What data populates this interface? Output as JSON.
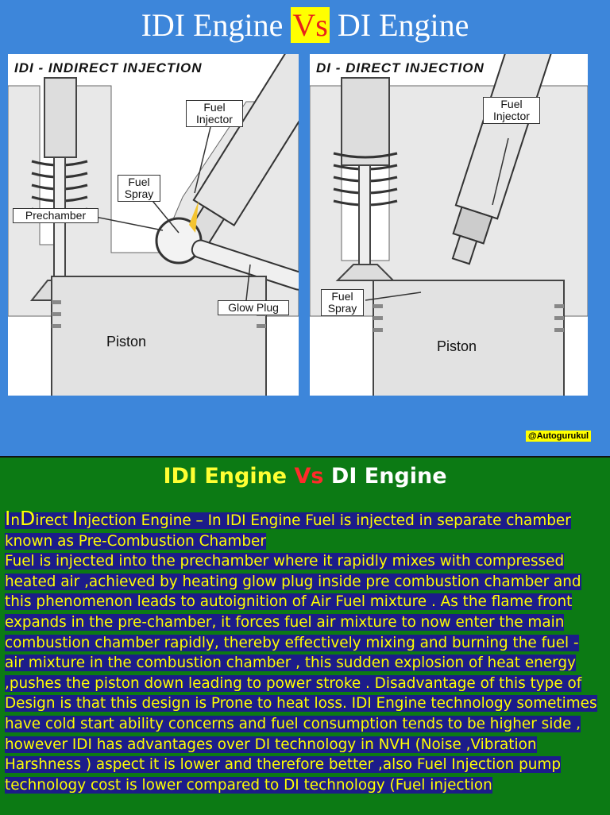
{
  "slide1": {
    "title_before": "IDI Engine ",
    "title_vs": "Vs",
    "title_after": " DI Engine",
    "left_panel": {
      "heading": "IDI - INDIRECT INJECTION",
      "labels": {
        "fuel_injector": "Fuel\nInjector",
        "fuel_spray": "Fuel\nSpray",
        "prechamber": "Prechamber",
        "glow_plug": "Glow Plug",
        "piston": "Piston"
      }
    },
    "right_panel": {
      "heading": "DI - DIRECT INJECTION",
      "labels": {
        "fuel_injector": "Fuel\nInjector",
        "fuel_spray": "Fuel\nSpray",
        "piston": "Piston"
      }
    },
    "credit": "@Autogurukul"
  },
  "slide2": {
    "title_idi": "IDI Engine ",
    "title_vs": "Vs ",
    "title_di": "DI Engine",
    "cap_i1": "I",
    "text_n": "n",
    "cap_d": "D",
    "text_irect": "irect ",
    "cap_i2": "I",
    "text_intro": "njection Engine – In IDI Engine Fuel is injected in separate chamber known as Pre-Combustion Chamber",
    "paragraph": "Fuel is injected into the prechamber where it rapidly mixes with compressed heated air ,achieved by heating glow plug inside pre combustion chamber and this phenomenon leads to autoignition of Air Fuel mixture . As the flame front expands in the pre-chamber, it forces fuel air mixture  to now enter the main combustion chamber rapidly, thereby  effectively mixing and burning  the fuel - air  mixture in the combustion chamber , this sudden explosion of heat energy ,pushes the piston down leading to power stroke .  Disadvantage of this type of Design is that this design is Prone to heat loss. IDI Engine technology sometimes have cold start ability concerns and fuel consumption tends to be higher side , however IDI  has advantages over  DI  technology in  NVH  (Noise ,Vibration Harshness ) aspect it is lower and therefore better  ,also Fuel Injection pump technology cost is lower compared to DI technology (Fuel injection"
  }
}
